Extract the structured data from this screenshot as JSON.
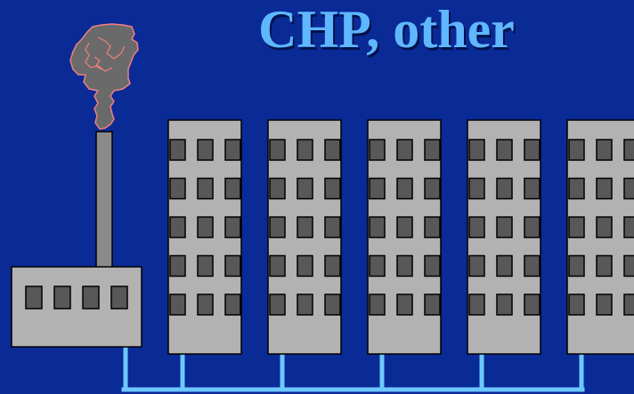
{
  "slide": {
    "title": "CHP, other"
  },
  "diagram": {
    "building_count": 5,
    "window_rows_per_building": 5,
    "window_columns_per_building": 3,
    "plant_window_count": 4,
    "colors": {
      "background": "#0a2a96",
      "title": "#5fb7ff",
      "building_fill": "#b2b2b2",
      "window_fill": "#585858",
      "chimney_fill": "#8a8a8a",
      "smoke_fill": "#6a6a6a",
      "smoke_outline": "#f08080",
      "pipe": "#6ec8ff"
    }
  }
}
